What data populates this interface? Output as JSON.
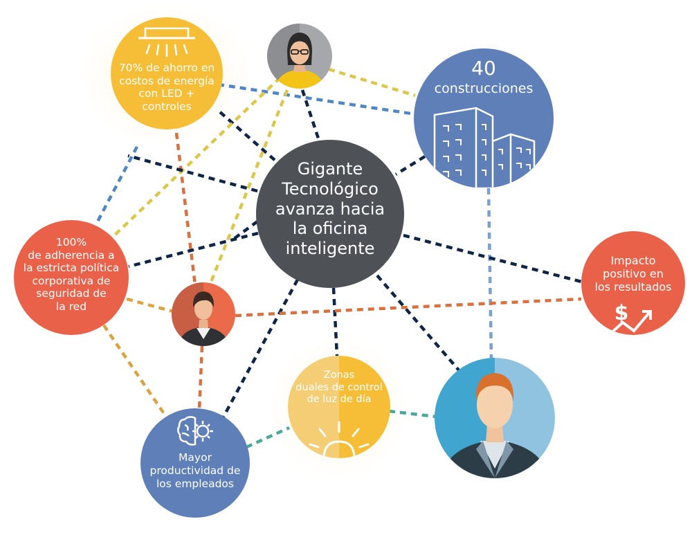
{
  "colors": {
    "navy": "#0f2548",
    "blue_dash": "#4f86c6",
    "yellow_dash": "#dcc74a",
    "orange_dash": "#d8713f",
    "gold_dash": "#d9a43f",
    "teal_dash": "#4aa79a",
    "lightblue_dash": "#7a9fd1",
    "center": "#4e5257",
    "energy": "#f6be36",
    "buildings": "#5e7fb8",
    "policy": "#ea6149",
    "impact": "#ea6149",
    "productivity": "#5e7fb8",
    "daylight": "#f6be36"
  },
  "center": {
    "label": "Gigante\nTecnológico\navanza hacia\nla oficina\ninteligente"
  },
  "energy": {
    "label": "70% de ahorro en\ncostos de energía\ncon LED +\ncontroles",
    "icon": "led-light-icon"
  },
  "buildings": {
    "number": "40",
    "label": "construcciones",
    "icon": "buildings-icon"
  },
  "policy": {
    "label": "100%\nde adherencia a\nla estricta política\ncorporativa de\nseguridad de\nla red"
  },
  "impact": {
    "label": "Impacto\npositivo en\nlos resultados",
    "icon": "dollar-growth-icon"
  },
  "productivity": {
    "label": "Mayor\nproductividad de\nlos empleados",
    "icon": "brain-gear-icon"
  },
  "daylight": {
    "label": "Zonas\nduales de control\nde luz de día",
    "icon": "sunrise-icon"
  },
  "avatars": {
    "woman_top": "woman-avatar-icon",
    "woman_mid": "woman-avatar-icon",
    "man_big": "man-avatar-icon"
  }
}
